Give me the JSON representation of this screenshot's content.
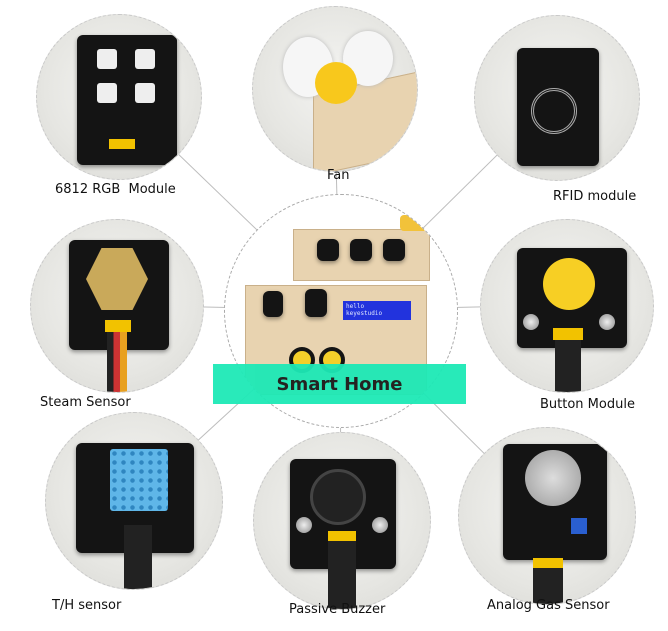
{
  "center": {
    "title": "Smart Home",
    "lcd_line1": "hello",
    "lcd_line2": "keyestudio",
    "banner_color": "#1de9b6"
  },
  "modules": [
    {
      "label": "6812 RGB  Module",
      "icon": "rgb-led-module"
    },
    {
      "label": "Fan",
      "icon": "fan"
    },
    {
      "label": "RFID module",
      "icon": "rfid-reader"
    },
    {
      "label": "Steam Sensor",
      "icon": "steam-sensor"
    },
    {
      "label": "Button Module",
      "icon": "yellow-button"
    },
    {
      "label": "T/H sensor",
      "icon": "temperature-humidity-sensor"
    },
    {
      "label": "Passive Buzzer",
      "icon": "buzzer"
    },
    {
      "label": "Analog Gas Sensor",
      "icon": "gas-sensor"
    }
  ]
}
